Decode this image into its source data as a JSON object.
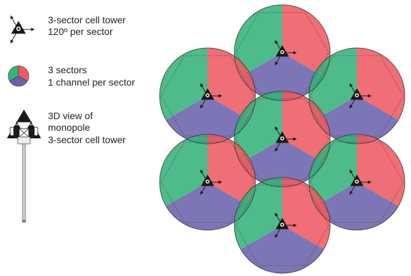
{
  "legend": {
    "tower": {
      "line1": "3-sector cell tower",
      "line2": "120º per sector"
    },
    "sectors": {
      "line1": "3 sectors",
      "line2": "1 channel per sector"
    },
    "monopole": {
      "line1": "3D view of",
      "line2": "monopole",
      "line3": "3-sector cell tower"
    }
  },
  "icons": {
    "tower": "triangle-tower-icon",
    "sectors": "three-sector-circle-icon",
    "monopole": "monopole-tower-icon"
  },
  "colors": {
    "sector_green": "#36b27a",
    "sector_red": "#ee5a62",
    "sector_blue": "#6a63ac",
    "overlap_green_red": "#9a8a55",
    "overlap_red_blue": "#a74e86",
    "overlap_blue_green": "#3f6fa0",
    "tower_black": "#1a1a1a",
    "outline": "#333333"
  },
  "diagram": {
    "cell_count": 7,
    "sectors_per_cell": 3,
    "sector_angle_deg": 120
  }
}
